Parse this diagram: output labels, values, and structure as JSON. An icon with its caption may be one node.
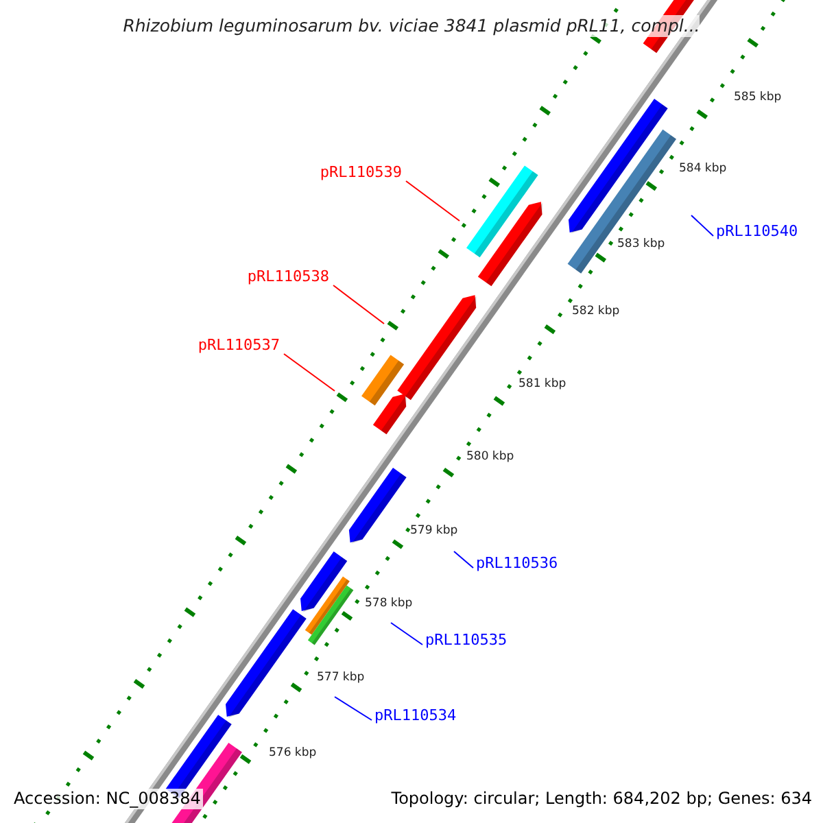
{
  "diagram": {
    "title": "Rhizobium leguminosarum bv. viciae 3841 plasmid pRL11, compl...",
    "nodes": [
      {
        "text": [
          "pRL110539"
        ]
      },
      {
        "text": [
          "pRL110540"
        ]
      },
      {
        "text": [
          "pRL110538"
        ]
      },
      {
        "text": [
          "pRL110537"
        ]
      },
      {
        "text": [
          "pRL110536"
        ]
      },
      {
        "text": [
          "pRL110535"
        ]
      },
      {
        "text": [
          "pRL110534"
        ]
      }
    ],
    "edges": [
      {
        "from": 0,
        "to": null,
        "arrow": "none",
        "color": "#ff0000"
      },
      {
        "from": 1,
        "to": null,
        "arrow": "none"
      },
      {
        "from": 2,
        "to": null,
        "arrow": "none",
        "color": "#ff0000"
      },
      {
        "from": 3,
        "to": null,
        "arrow": "none",
        "color": "#ff0000"
      },
      {
        "from": 4,
        "to": null,
        "arrow": "none"
      },
      {
        "from": 5,
        "to": null,
        "arrow": "none"
      },
      {
        "from": 6,
        "to": null,
        "arrow": "none"
      }
    ],
    "labels": [
      "585 kbp",
      "584 kbp",
      "583 kbp",
      "582 kbp",
      "581 kbp",
      "580 kbp",
      "579 kbp",
      "578 kbp",
      "577 kbp",
      "576 kbp",
      "Accession: NC_008384",
      "Topology: circular; Length: 684,202 bp; Genes: 634"
    ]
  }
}
